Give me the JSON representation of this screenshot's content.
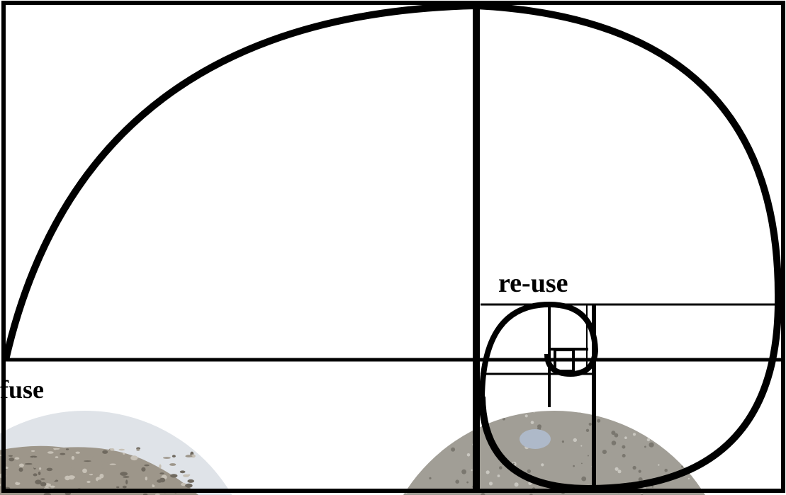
{
  "labels": {
    "fuse": "fuse",
    "reuse": "re-use"
  },
  "colors": {
    "stroke": "#000000",
    "background": "#ffffff",
    "sky": "#dfe3e8",
    "gravel_light": "#c7c1b6",
    "gravel_mid": "#9d968a",
    "gravel_dark": "#6f695f",
    "concrete_light": "#c9c7c0",
    "concrete_mid": "#a19e96",
    "concrete_dark": "#7a776f",
    "debris_blue": "#aeb9c9"
  },
  "images": [
    {
      "name": "gravel-pile-photo",
      "description_icon": "gravel-pile"
    },
    {
      "name": "concrete-rubble-photo",
      "description_icon": "concrete-rubble"
    }
  ]
}
